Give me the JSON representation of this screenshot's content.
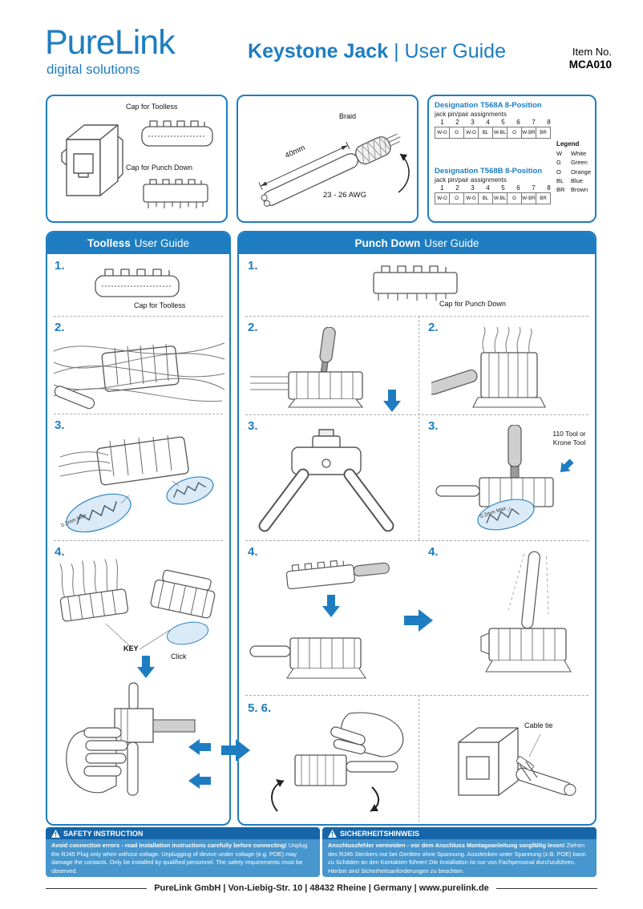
{
  "header": {
    "logo": "PureLink",
    "logo_sub": "digital solutions",
    "title_bold": "Keystone Jack",
    "title_sep": "|",
    "title_rest": "User Guide",
    "item_label": "Item No.",
    "item_no": "MCA010"
  },
  "overview": {
    "cap_toolless": "Cap for Toolless",
    "cap_punchdown": "Cap for Punch Down",
    "braid": "Braid",
    "strip_length": "40mm",
    "awg": "23 - 26 AWG"
  },
  "designation": {
    "t568a_title": "Designation T568A 8-Position",
    "t568b_title": "Designation T568B 8-Position",
    "subtitle": "jack pin/pair assignments",
    "pins": [
      "1",
      "2",
      "3",
      "4",
      "5",
      "6",
      "7",
      "8"
    ],
    "t568a_values": [
      "W-G",
      "G",
      "W-O",
      "BL",
      "W-BL",
      "O",
      "W-BR",
      "BR"
    ],
    "t568b_values": [
      "W-O",
      "O",
      "W-G",
      "BL",
      "W-BL",
      "G",
      "W-BR",
      "BR"
    ],
    "legend_title": "Legend",
    "legend": [
      {
        "code": "W",
        "name": "White"
      },
      {
        "code": "G",
        "name": "Green"
      },
      {
        "code": "O",
        "name": "Orange"
      },
      {
        "code": "BL",
        "name": "Blue"
      },
      {
        "code": "BR",
        "name": "Brown"
      }
    ]
  },
  "toolless": {
    "title_bold": "Toolless",
    "title_rest": "User Guide",
    "step1": "1.",
    "step2": "2.",
    "step3": "3.",
    "step4": "4.",
    "cap_caption": "Cap for Toolless",
    "detail_max": "0.2mm Max",
    "key_label": "KEY",
    "click_label": "Click"
  },
  "punchdown": {
    "title_bold": "Punch Down",
    "title_rest": "User Guide",
    "step1": "1.",
    "step2": "2.",
    "step3": "3.",
    "step4": "4.",
    "step56": "5. 6.",
    "cap_caption": "Cap for Punch Down",
    "tool_label_1": "110 Tool or",
    "tool_label_2": "Krone Tool",
    "detail_max": "0.2mm Max",
    "cable_tie": "Cable tie"
  },
  "safety_en": {
    "title": "SAFETY INSTRUCTION",
    "lead": "Avoid connection errors - read installation instructions carefully before connecting!",
    "body": "Unplug the RJ45 Plug only when without voltage. Unplugging of device under voltage (e.g. POE) may damage the contacts. Only be installed by qualified personnel. The safety requirements must be observed."
  },
  "safety_de": {
    "title": "SICHERHEITSHINWEIS",
    "lead": "Anschlussfehler vermeiden - vor dem Anschluss Montageanleitung sorgfältig lesen!",
    "body": "Ziehen des RJ45 Steckers nur bei Geräten ohne Spannung. Ausstecken unter Spannung (z.B. POE) kann zu Schäden an den Kontakten führen! Die Installation ist nur von Fachpersonal durchzuführen. Hierbei sind Sicherheitsanforderungen zu beachten."
  },
  "footer": {
    "text": "PureLink GmbH | Von-Liebig-Str. 10 | 48432 Rheine | Germany | www.purelink.de"
  },
  "colors": {
    "accent": "#1e7dc0",
    "safety_bar": "#1565a8",
    "safety_body": "#4796cd"
  }
}
